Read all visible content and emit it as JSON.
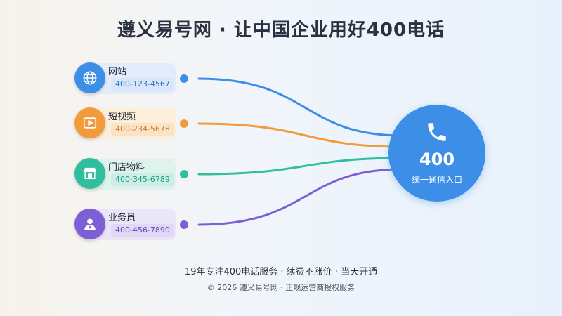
{
  "title": "遵义易号网 · 让中国企业用好400电话",
  "channels": [
    {
      "name": "网站",
      "number": "400-123-4567",
      "icon": "globe-icon",
      "color": "#3d8ee6",
      "chip": "#e2ecfb",
      "num_bg": "#d7e6fa",
      "num_color": "#2f6fbf"
    },
    {
      "name": "短视频",
      "number": "400-234-5678",
      "icon": "video-icon",
      "color": "#f29b3d",
      "chip": "#fdeedb",
      "num_bg": "#fbe3c8",
      "num_color": "#d07b22"
    },
    {
      "name": "门店物料",
      "number": "400-345-6789",
      "icon": "store-icon",
      "color": "#2fbf9e",
      "chip": "#ddf3ec",
      "num_bg": "#cdeee4",
      "num_color": "#1f9a7e"
    },
    {
      "name": "业务员",
      "number": "400-456-7890",
      "icon": "person-icon",
      "color": "#7d5ed6",
      "chip": "#ebe5f8",
      "num_bg": "#e0d8f5",
      "num_color": "#6447bf"
    }
  ],
  "hub": {
    "number": "400",
    "label": "统一通信入口",
    "icon": "phone-icon",
    "color": "#3d8ee6"
  },
  "footer": {
    "tagline": "19年专注400电话服务 · 续费不涨价 · 当天开通",
    "copyright": "© 2026 遵义易号网 · 正规运营商授权服务"
  }
}
